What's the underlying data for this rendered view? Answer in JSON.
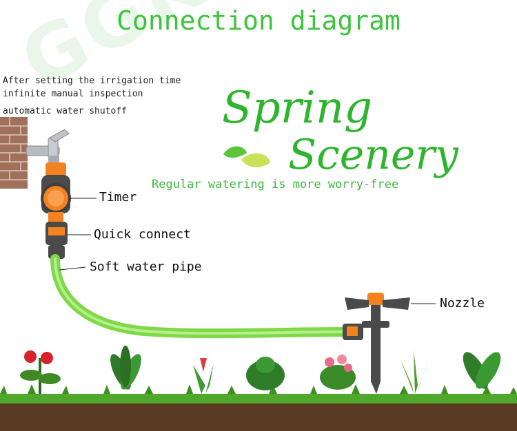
{
  "title": "Connection diagram",
  "notes": [
    "After setting the irrigation time",
    "infinite manual inspection",
    "automatic water shutoff"
  ],
  "brand": {
    "word1": "Spring",
    "word2": "Scenery",
    "tagline": "Regular watering is more worry-free",
    "watermark": "GGKHCC"
  },
  "labels": {
    "timer": "Timer",
    "quick_connect": "Quick connect",
    "soft_pipe": "Soft water pipe",
    "nozzle": "Nozzle"
  },
  "colors": {
    "title": "#3cc43c",
    "brand": "#2db52d",
    "hose": "#8fe35a",
    "fitting_orange": "#f58220",
    "fitting_gray": "#4a4a4a",
    "soil": "#5a3a22",
    "grass": "#4fa82c"
  }
}
